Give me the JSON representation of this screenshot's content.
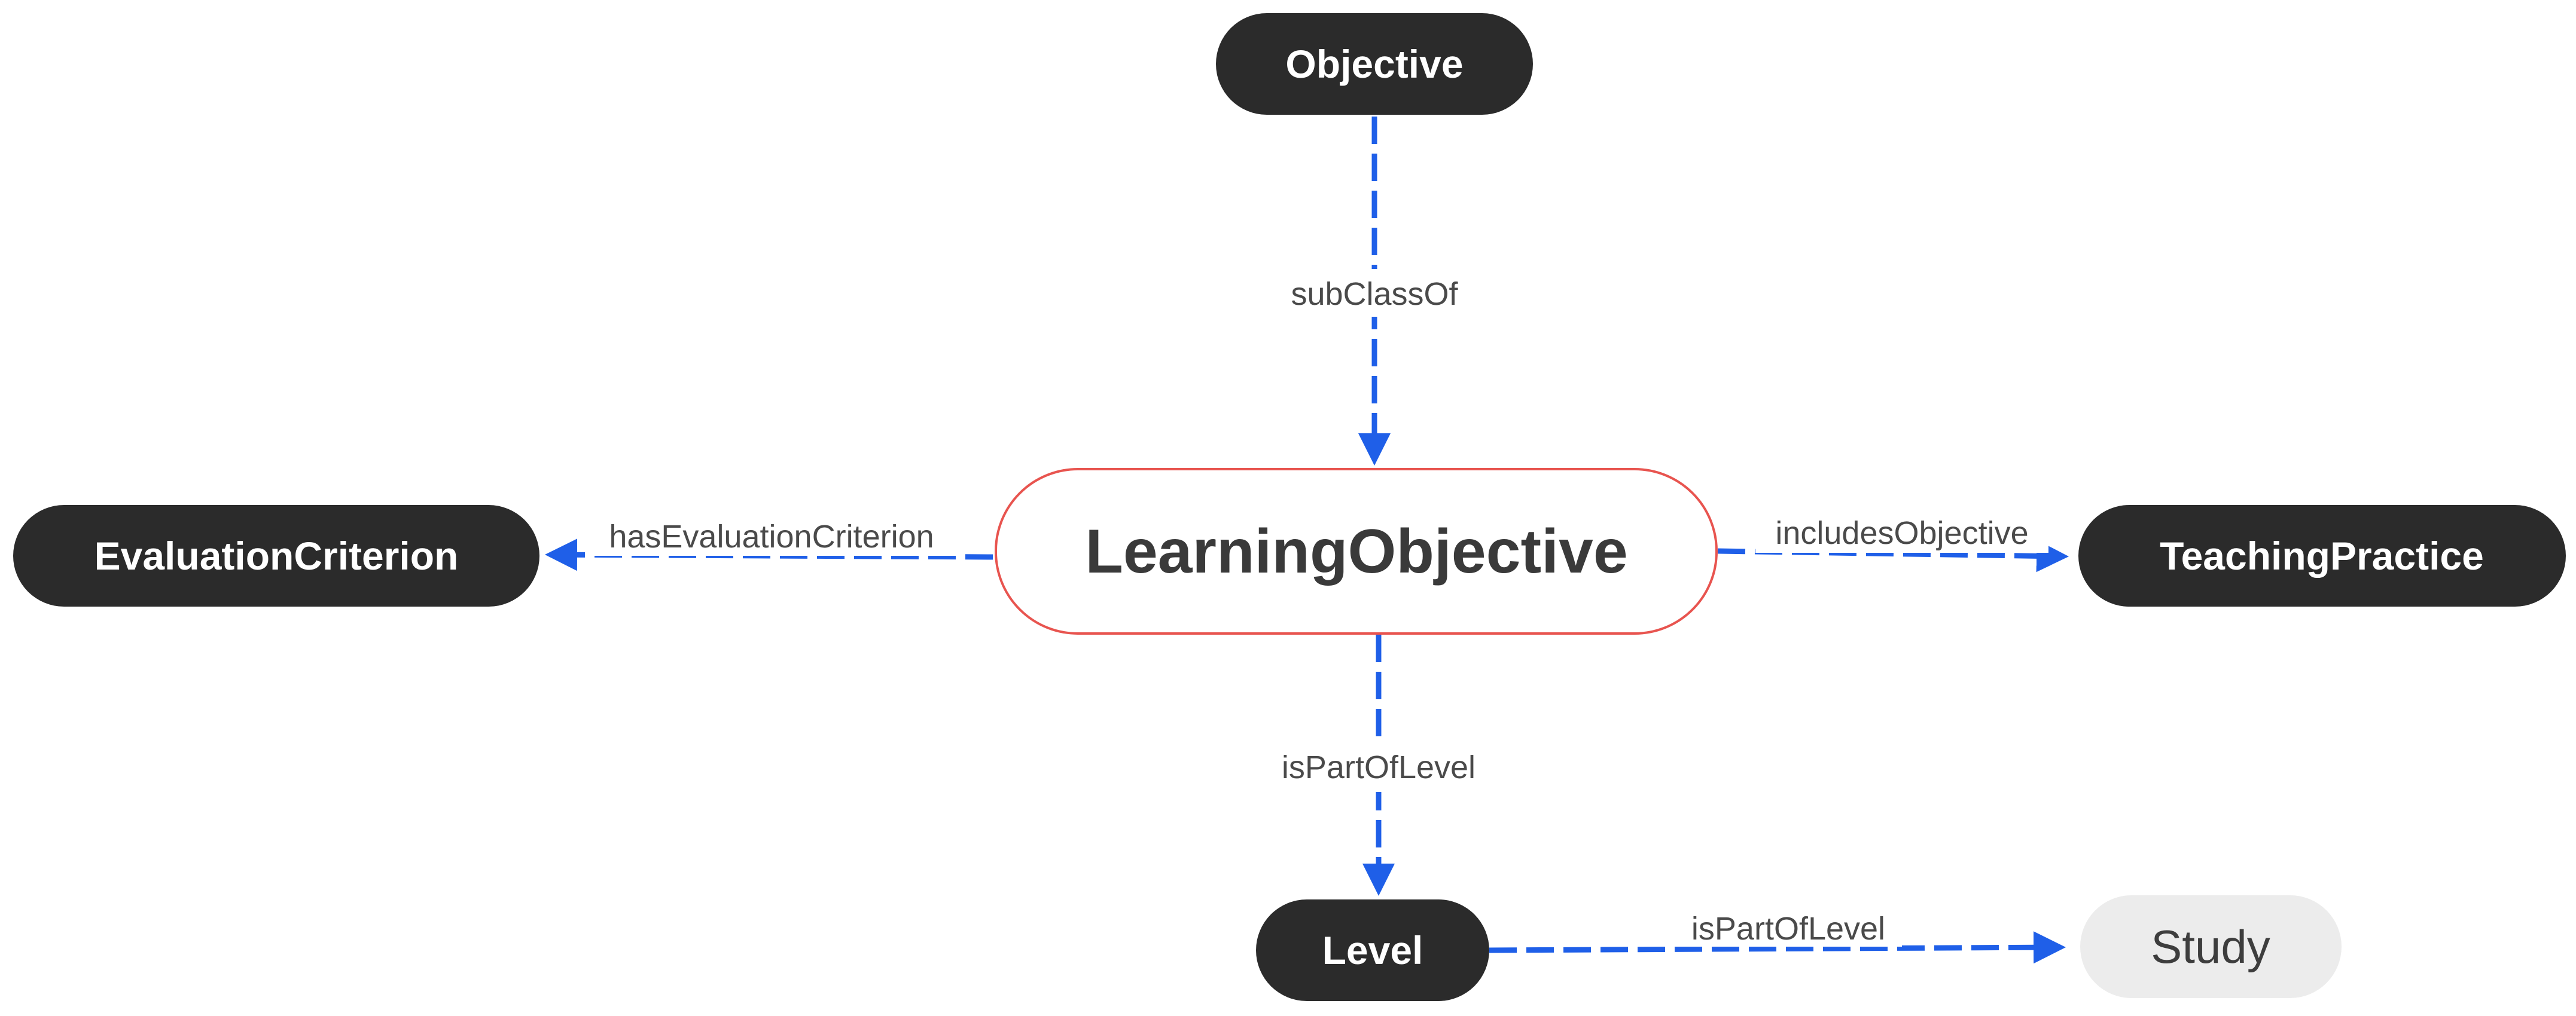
{
  "colors": {
    "dark_node": "#2b2b2b",
    "focus_border": "#e8544f",
    "light_node": "#ececec",
    "edge": "#1f5fe8"
  },
  "nodes": {
    "objective": {
      "label": "Objective"
    },
    "learning_objective": {
      "label": "LearningObjective"
    },
    "evaluation_criterion": {
      "label": "EvaluationCriterion"
    },
    "teaching_practice": {
      "label": "TeachingPractice"
    },
    "level": {
      "label": "Level"
    },
    "study": {
      "label": "Study"
    }
  },
  "edges": {
    "subclass_of": {
      "label": "subClassOf"
    },
    "has_evaluation_criterion": {
      "label": "hasEvaluationCriterion"
    },
    "includes_objective": {
      "label": "includesObjective"
    },
    "is_part_of_level": {
      "label": "isPartOfLevel"
    },
    "is_part_of_level_study": {
      "label": "isPartOfLevel"
    }
  }
}
